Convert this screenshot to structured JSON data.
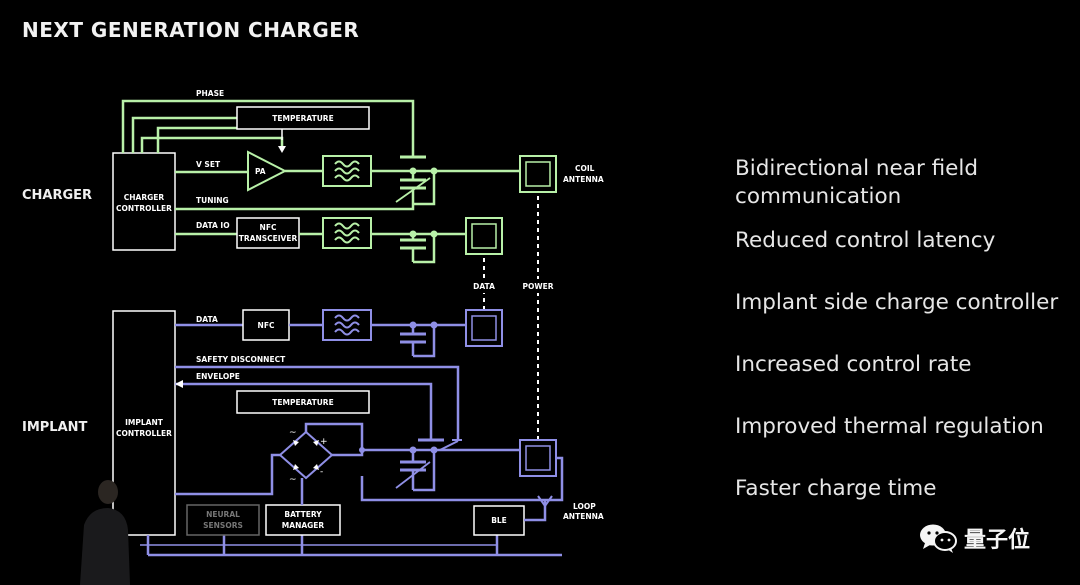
{
  "title": "NEXT GENERATION CHARGER",
  "sections": {
    "charger": "CHARGER",
    "implant": "IMPLANT"
  },
  "blocks": {
    "charger_controller": [
      "CHARGER",
      "CONTROLLER"
    ],
    "implant_controller": [
      "IMPLANT",
      "CONTROLLER"
    ],
    "temperature_top": "TEMPERATURE",
    "temperature_bottom": "TEMPERATURE",
    "pa": "PA",
    "nfc_transceiver": [
      "NFC",
      "TRANSCEIVER"
    ],
    "nfc": "NFC",
    "neural_sensors": [
      "NEURAL",
      "SENSORS"
    ],
    "battery_manager": [
      "BATTERY",
      "MANAGER"
    ],
    "ble": "BLE"
  },
  "signals": {
    "phase": "PHASE",
    "v_set": "V SET",
    "tuning": "TUNING",
    "data_io": "DATA IO",
    "data": "DATA",
    "safety_disconnect": "SAFETY DISCONNECT",
    "envelope": "ENVELOPE",
    "data_link": "DATA",
    "power_link": "POWER",
    "coil_antenna": [
      "COIL",
      "ANTENNA"
    ],
    "loop_antenna": [
      "LOOP",
      "ANTENNA"
    ]
  },
  "colors": {
    "charger": "#b8f0a8",
    "implant": "#8f8fe6",
    "dim": "#777777"
  },
  "bullets": [
    "Bidirectional near field communication",
    "Reduced control latency",
    "Implant side charge controller",
    "Increased control rate",
    "Improved thermal regulation",
    "Faster charge time"
  ],
  "watermark": "量子位"
}
